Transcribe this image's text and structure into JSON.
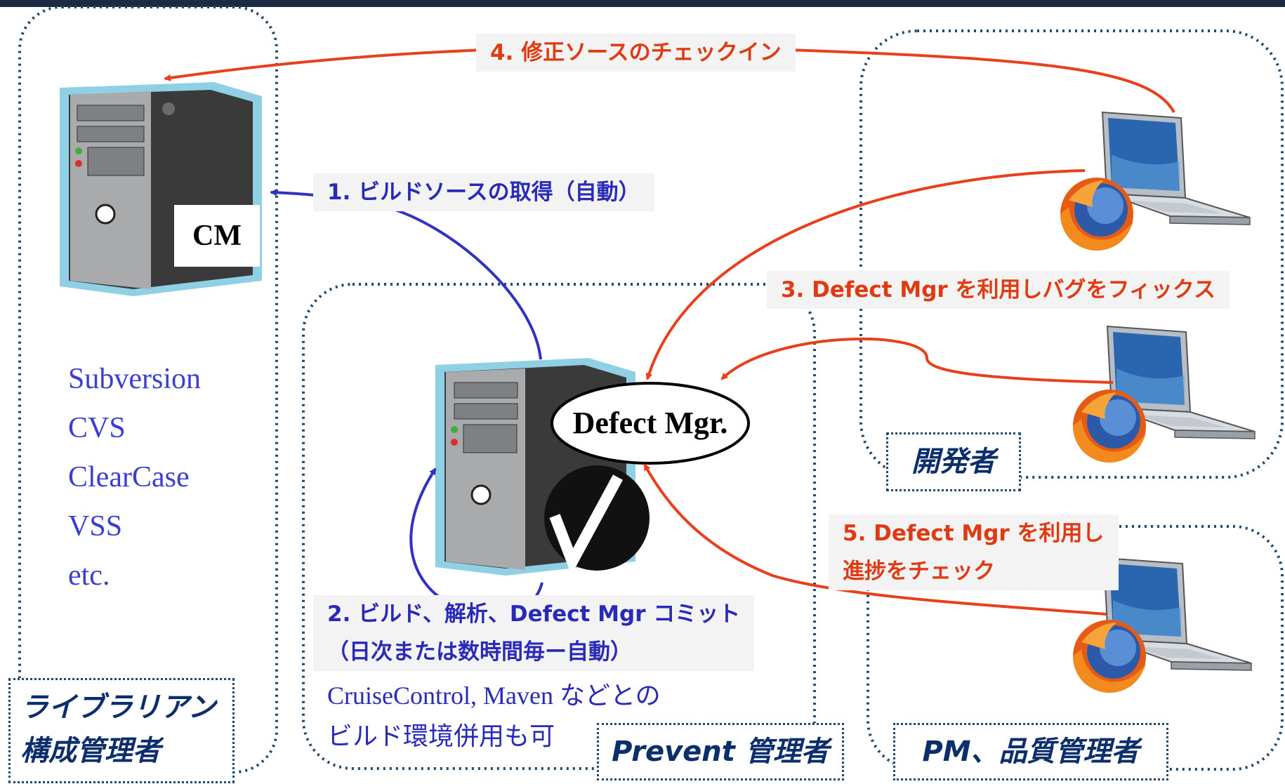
{
  "cm_server": {
    "tag": "CM"
  },
  "vcs_list": [
    "Subversion",
    "CVS",
    "ClearCase",
    "VSS",
    "etc."
  ],
  "defect_manager": {
    "label": "Defect Mgr."
  },
  "steps": {
    "step1": "1. ビルドソースの取得（自動）",
    "step2_line1": "2. ビルド、解析、Defect Mgr コミット",
    "step2_line2": "（日次または数時間毎ー自動）",
    "step3": "3. Defect Mgr を利用しバグをフィックス",
    "step4": "4. 修正ソースのチェックイン",
    "step5_line1": "5. Defect Mgr を利用し",
    "step5_line2": "進捗をチェック"
  },
  "notes": {
    "ci_line1": "CruiseControl, Maven などとの",
    "ci_line2": "ビルド環境併用も可"
  },
  "roles": {
    "librarian_line1": "ライブラリアン",
    "librarian_line2": "構成管理者",
    "prevent_admin": "Prevent 管理者",
    "developer": "開発者",
    "pm_qa": "PM、品質管理者"
  },
  "colors": {
    "red_arrow": "#e8401c",
    "blue_arrow": "#3232c0",
    "box_dots": "#1e4a72",
    "server_outline": "#8fd0e4"
  }
}
